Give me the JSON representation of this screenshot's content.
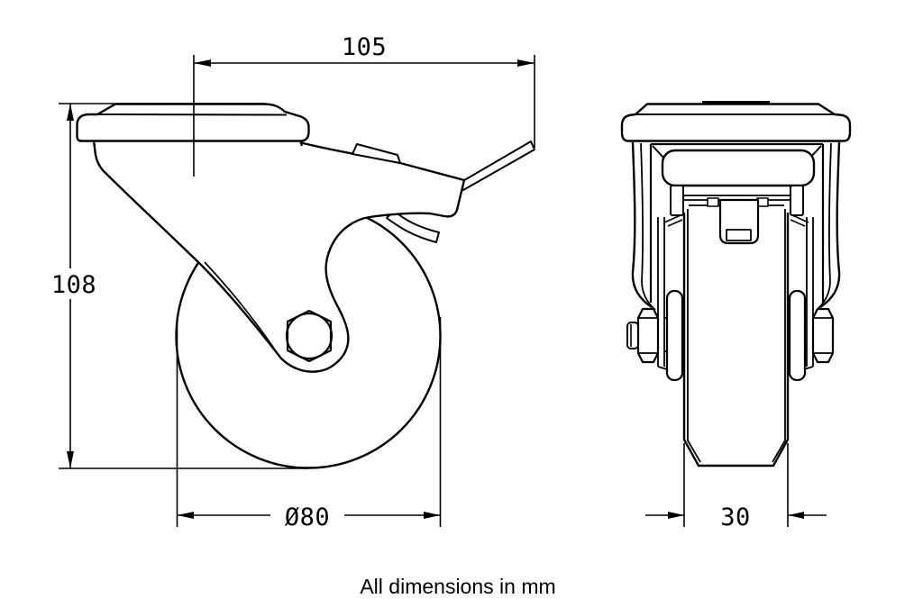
{
  "drawing": {
    "unit_note": "All dimensions in mm",
    "dimensions": {
      "mount_offset": {
        "value": "105",
        "meaning": "swivel axis to rear edge"
      },
      "overall_height": {
        "value": "108",
        "meaning": "overall caster height"
      },
      "wheel_diameter": {
        "value": "Ø80",
        "meaning": "wheel diameter"
      },
      "wheel_width": {
        "value": "30",
        "meaning": "wheel width"
      }
    },
    "colors": {
      "line": "#000000",
      "background": "#ffffff"
    }
  }
}
